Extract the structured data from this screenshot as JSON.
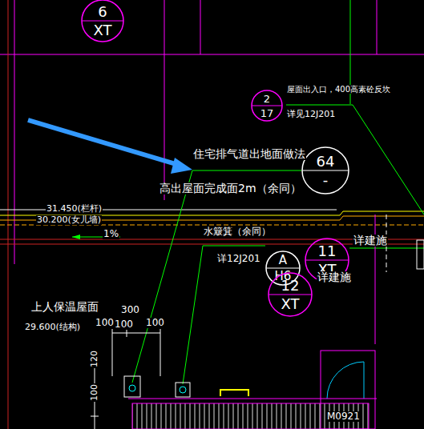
{
  "diagram": {
    "nodes": [
      {
        "text": [
          "6",
          "XT"
        ]
      },
      {
        "text": [
          "2",
          "17"
        ]
      },
      {
        "text": [
          "64",
          "-"
        ]
      },
      {
        "text": [
          "11",
          "XT"
        ]
      },
      {
        "text": [
          "A",
          "H6"
        ]
      },
      {
        "text": [
          "12",
          "XT"
        ]
      }
    ],
    "labels": [
      "屋面出入口，400高素砼反坎",
      "详见12J201",
      "住宅排气道出地面做法",
      "高出屋面完成面2m（余同）",
      "31.450(栏杆)",
      "30.200(女儿墙)",
      "1%",
      "水簸箕（余同）",
      "详12J201",
      "详建施",
      "详建施",
      "上人保温屋面",
      "29.600(结构)",
      "300",
      "100",
      "100",
      "100",
      "120",
      "100",
      "M0921"
    ]
  }
}
